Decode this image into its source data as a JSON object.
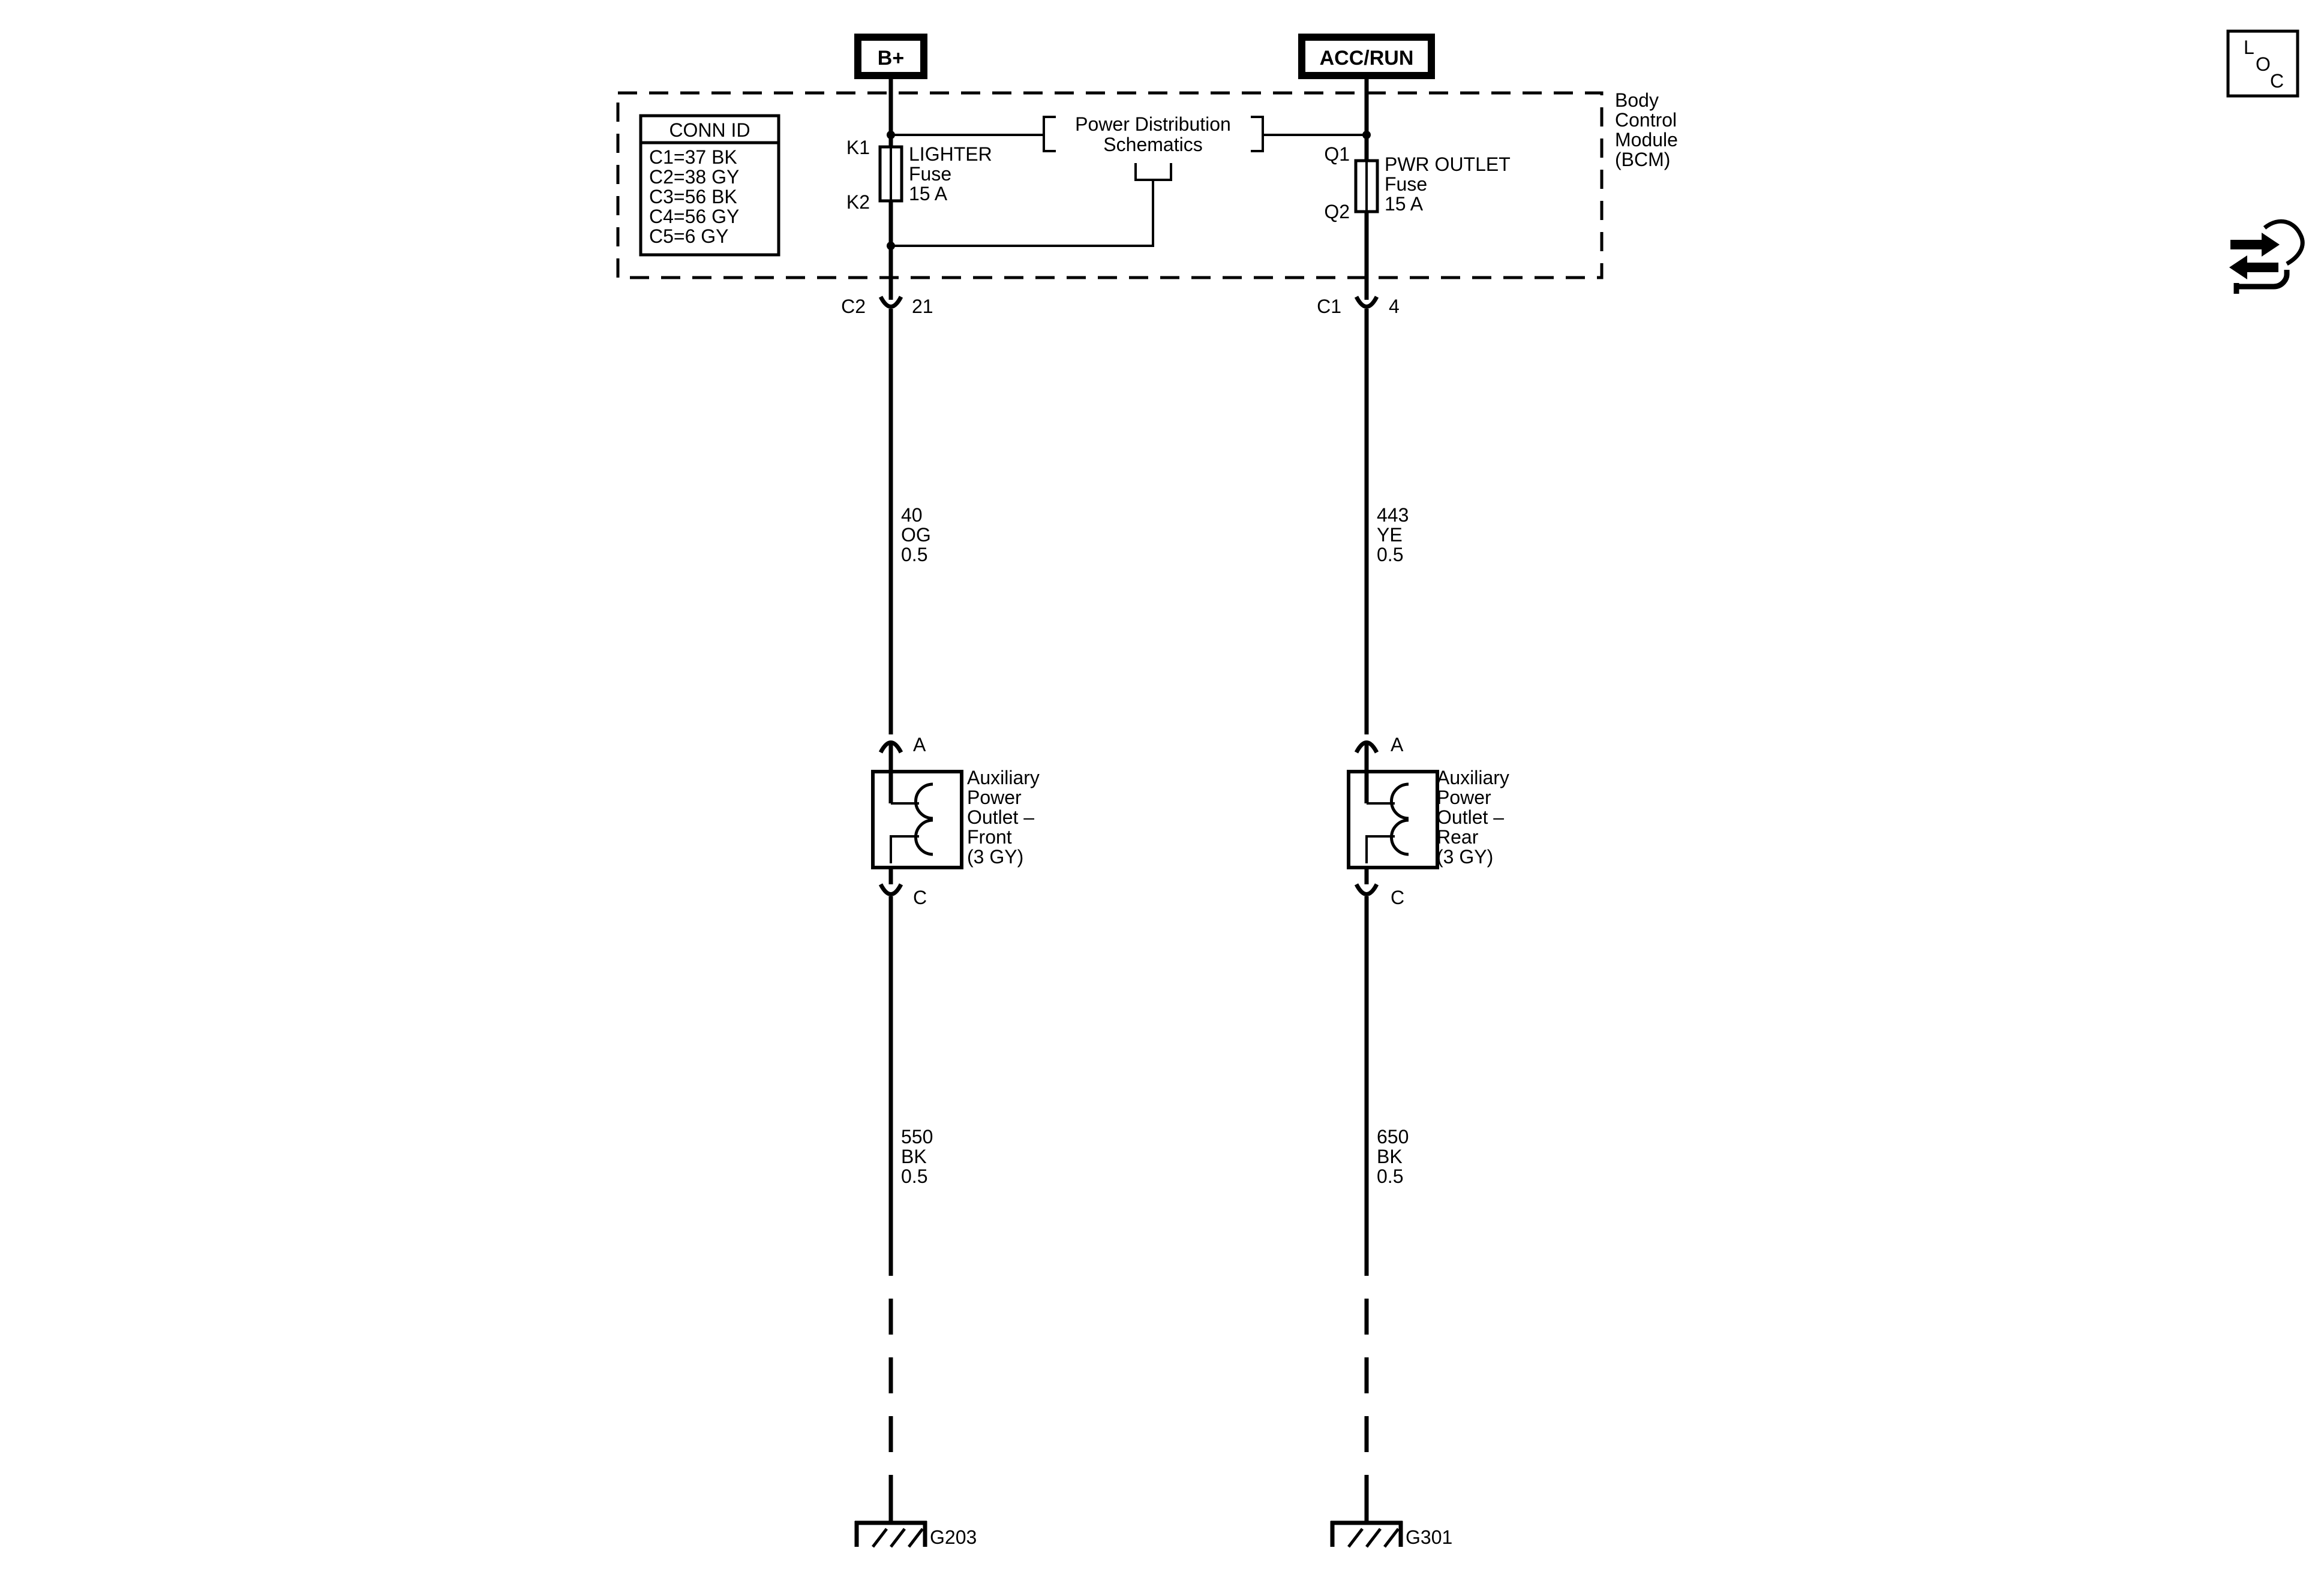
{
  "supplies": {
    "left": "B+",
    "right": "ACC/RUN"
  },
  "module": {
    "line1": "Body",
    "line2": "Control",
    "line3": "Module",
    "line4": "(BCM)"
  },
  "conn_id": {
    "title": "CONN ID",
    "rows": [
      "C1=37 BK",
      "C2=38 GY",
      "C3=56 BK",
      "C4=56 GY",
      "C5=6 GY"
    ]
  },
  "power_distribution": {
    "line1": "Power Distribution",
    "line2": "Schematics"
  },
  "left_fuse": {
    "pin_in": "K1",
    "pin_out": "K2",
    "name": "LIGHTER",
    "type": "Fuse",
    "rating": "15 A",
    "connector": "C2",
    "cavity": "21"
  },
  "right_fuse": {
    "pin_in": "Q1",
    "pin_out": "Q2",
    "name": "PWR OUTLET",
    "type": "Fuse",
    "rating": "15 A",
    "connector": "C1",
    "cavity": "4"
  },
  "wires": {
    "left_upper": {
      "circuit": "40",
      "color": "OG",
      "gauge": "0.5"
    },
    "right_upper": {
      "circuit": "443",
      "color": "YE",
      "gauge": "0.5"
    },
    "left_lower": {
      "circuit": "550",
      "color": "BK",
      "gauge": "0.5"
    },
    "right_lower": {
      "circuit": "650",
      "color": "BK",
      "gauge": "0.5"
    }
  },
  "outlets": {
    "front": {
      "pin_a": "A",
      "pin_c": "C",
      "lines": [
        "Auxiliary",
        "Power",
        "Outlet –",
        "Front",
        "(3 GY)"
      ]
    },
    "rear": {
      "pin_a": "A",
      "pin_c": "C",
      "lines": [
        "Auxiliary",
        "Power",
        "Outlet –",
        "Rear",
        "(3 GY)"
      ]
    }
  },
  "grounds": {
    "left": "G203",
    "right": "G301"
  },
  "loc_icon": {
    "l": "L",
    "o": "O",
    "c": "C",
    "name": "location-icon"
  },
  "side_icon": {
    "name": "connector-repair-icon"
  }
}
